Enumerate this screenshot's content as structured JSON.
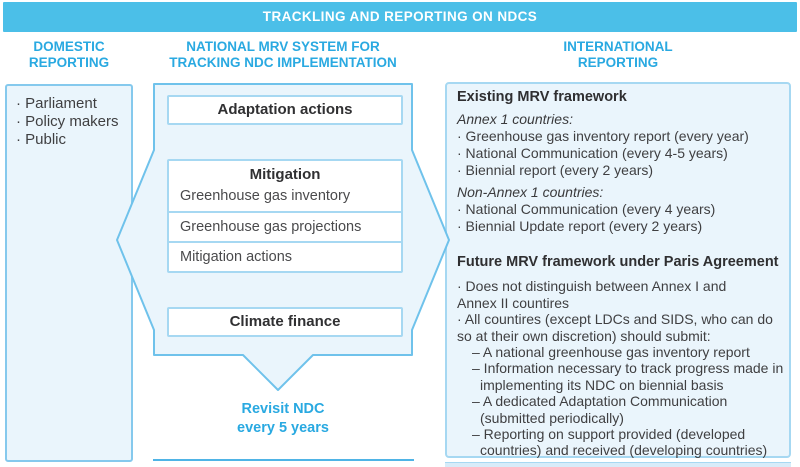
{
  "header": {
    "title": "TRACKLING AND REPORTING ON NDCS"
  },
  "domestic": {
    "heading": [
      "DOMESTIC",
      "REPORTING"
    ],
    "items": [
      "· Parliament",
      "· Policy makers",
      "· Public"
    ]
  },
  "national": {
    "heading": [
      "NATIONAL MRV SYSTEM FOR",
      "TRACKING NDC IMPLEMENTATION"
    ],
    "adaptation_label": "Adaptation actions",
    "mitigation": {
      "title": "Mitigation",
      "rows": [
        "Greenhouse gas inventory",
        "Greenhouse gas projections",
        "Mitigation actions"
      ]
    },
    "climate_label": "Climate finance",
    "revisit": [
      "Revisit NDC",
      "every 5 years"
    ]
  },
  "international": {
    "heading": [
      "INTERNATIONAL",
      "REPORTING"
    ],
    "existing": {
      "title": "Existing MRV framework",
      "annex1_label": "Annex 1 countries:",
      "annex1_items": [
        "· Greenhouse gas inventory report (every year)",
        "· National Communication (every 4-5 years)",
        "· Biennial report (every 2 years)"
      ],
      "nonannex1_label": "Non-Annex 1 countries:",
      "nonannex1_items": [
        "· National Communication (every 4 years)",
        "· Biennial Update report (every 2 years)"
      ]
    },
    "future": {
      "title": "Future MRV framework under Paris Agreement",
      "bullets": [
        [
          "· Does not distinguish between Annex I and",
          "Annex II countires"
        ],
        [
          "· All countires (except LDCs and SIDS, who can do",
          "so at their own discretion) should submit:"
        ]
      ],
      "sub_items": [
        [
          "– A national greenhouse gas inventory report"
        ],
        [
          "– Information necessary to track progress made in",
          "implementing its NDC on biennial basis"
        ],
        [
          "– A dedicated Adaptation Communication",
          "(submitted periodically)"
        ],
        [
          "– Reporting on support provided (developed",
          "countries) and received (developing countries)"
        ]
      ]
    }
  },
  "colors": {
    "banner_bg": "#4BBFE8",
    "heading_blue": "#29A9E1",
    "box_fill": "#EAF5FC",
    "arrow_border": "#6FC2EB",
    "light_border": "#A6D8F2",
    "dark_text": "#303032",
    "body_text": "#4A4A4C"
  }
}
